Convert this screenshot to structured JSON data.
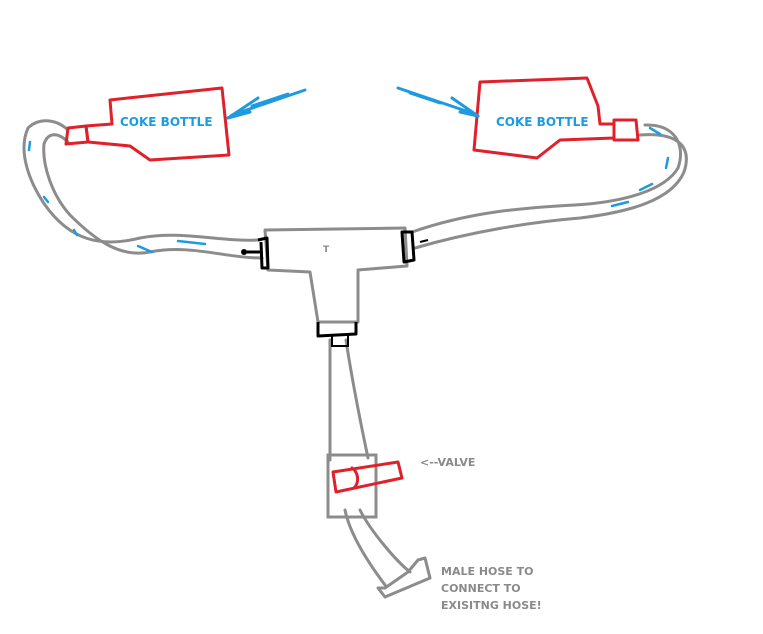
{
  "labels": {
    "left_bottle": "COKE BOTTLE",
    "right_bottle": "COKE BOTTLE",
    "tee": "T",
    "valve": "<--VALVE",
    "hose_line1": "MALE HOSE TO",
    "hose_line2": "CONNECT TO",
    "hose_line3": "EXISITNG HOSE!"
  },
  "colors": {
    "hose": "#8c8c8c",
    "bottle": "#e0202a",
    "arrow": "#1e9be0",
    "fitting": "#000000",
    "text_blue": "#1e9be0",
    "text_gray": "#8a8a8a"
  }
}
